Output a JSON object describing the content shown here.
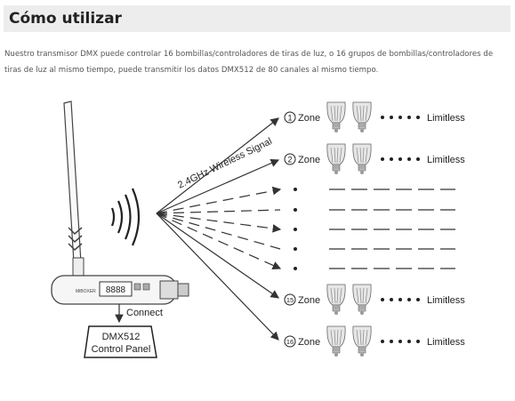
{
  "section": {
    "title": "Cómo utilizar",
    "description": "Nuestro transmisor DMX puede controlar 16 bombillas/controladores de tiras de luz, o 16 grupos de bombillas/controladores de tiras de luz al mismo tiempo, puede transmitir los datos DMX512 de 80 canales al mismo tiempo."
  },
  "diagram": {
    "signal_label": "2.4GHz Wireless Signal",
    "display_digits": "8888",
    "connect_label": "Connect",
    "panel_line1": "DMX512",
    "panel_line2": "Control Panel",
    "zones": [
      {
        "number": "1",
        "label": "Zone",
        "limit": "Limitless"
      },
      {
        "number": "2",
        "label": "Zone",
        "limit": "Limitless"
      },
      {
        "number": "15",
        "label": "Zone",
        "limit": "Limitless"
      },
      {
        "number": "16",
        "label": "Zone",
        "limit": "Limitless"
      }
    ]
  }
}
